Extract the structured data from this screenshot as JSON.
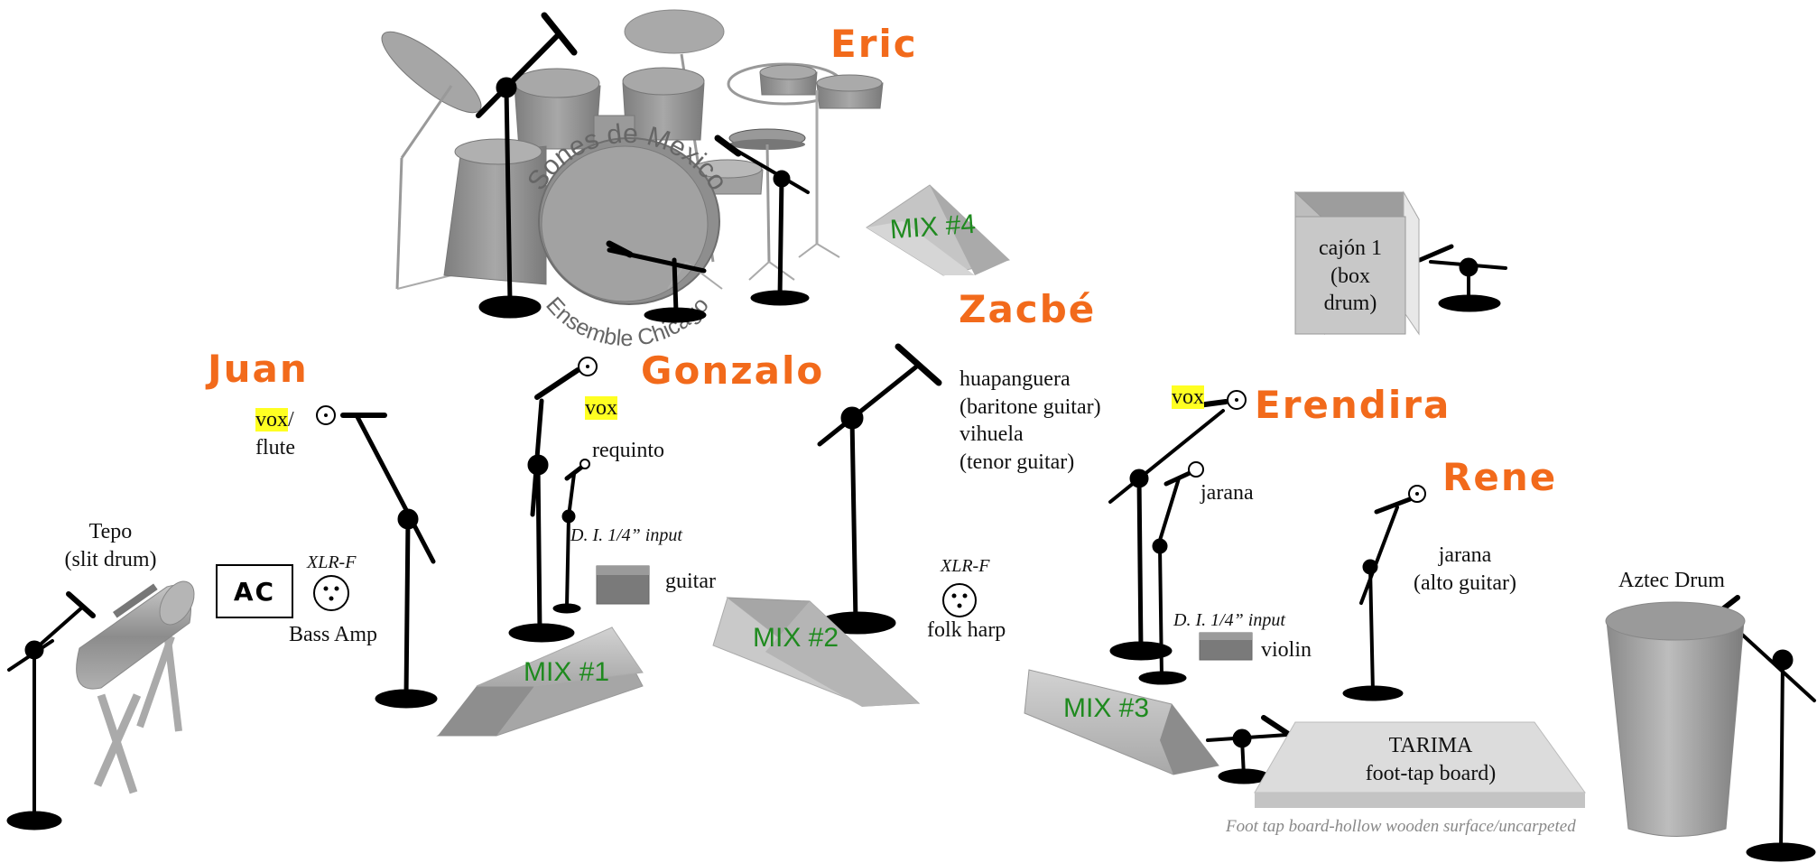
{
  "performers": {
    "eric": "Eric",
    "zacbe": "Zacbé",
    "juan": "Juan",
    "gonzalo": "Gonzalo",
    "erendira": "Erendira",
    "rene": "Rene"
  },
  "drum_logo": {
    "top": "Sones de Mexico",
    "bottom": "Ensemble Chicago"
  },
  "mixes": {
    "mix1": "MIX #1",
    "mix2": "MIX #2",
    "mix3": "MIX #3",
    "mix4": "MIX #4"
  },
  "instruments": {
    "cajon": [
      "cajón 1",
      "(box",
      "drum)"
    ],
    "juan_vox": "vox",
    "juan_vox_suffix": "/",
    "juan_flute": "flute",
    "gonzalo_vox": "vox",
    "requinto": "requinto",
    "di_input_1": "D. I.  1/4” input",
    "guitar": "guitar",
    "zacbe_instruments": [
      "huapanguera",
      "(baritone guitar)",
      "vihuela",
      "(tenor guitar)"
    ],
    "tepo": [
      "Tepo",
      "(slit drum)"
    ],
    "ac_box": "AC",
    "xlr_f_1": "XLR-F",
    "bass_amp": "Bass Amp",
    "xlr_f_2": "XLR-F",
    "folk_harp": "folk harp",
    "erendira_vox": "vox",
    "erendira_jarana": "jarana",
    "di_input_2": "D. I.  1/4” input",
    "violin": "violin",
    "rene_jarana": [
      "jarana",
      "(alto guitar)"
    ],
    "aztec_drum": "Aztec Drum",
    "tarima": [
      "TARIMA",
      "foot-tap board)"
    ],
    "tarima_note": "Foot tap board-hollow wooden surface/uncarpeted"
  },
  "colors": {
    "performer_name": "#f26a1b",
    "mix_label": "#1f8a1f",
    "vox_highlight": "#ffff22",
    "equipment_gray": "#9a9a9a",
    "stand_black": "#000000"
  }
}
